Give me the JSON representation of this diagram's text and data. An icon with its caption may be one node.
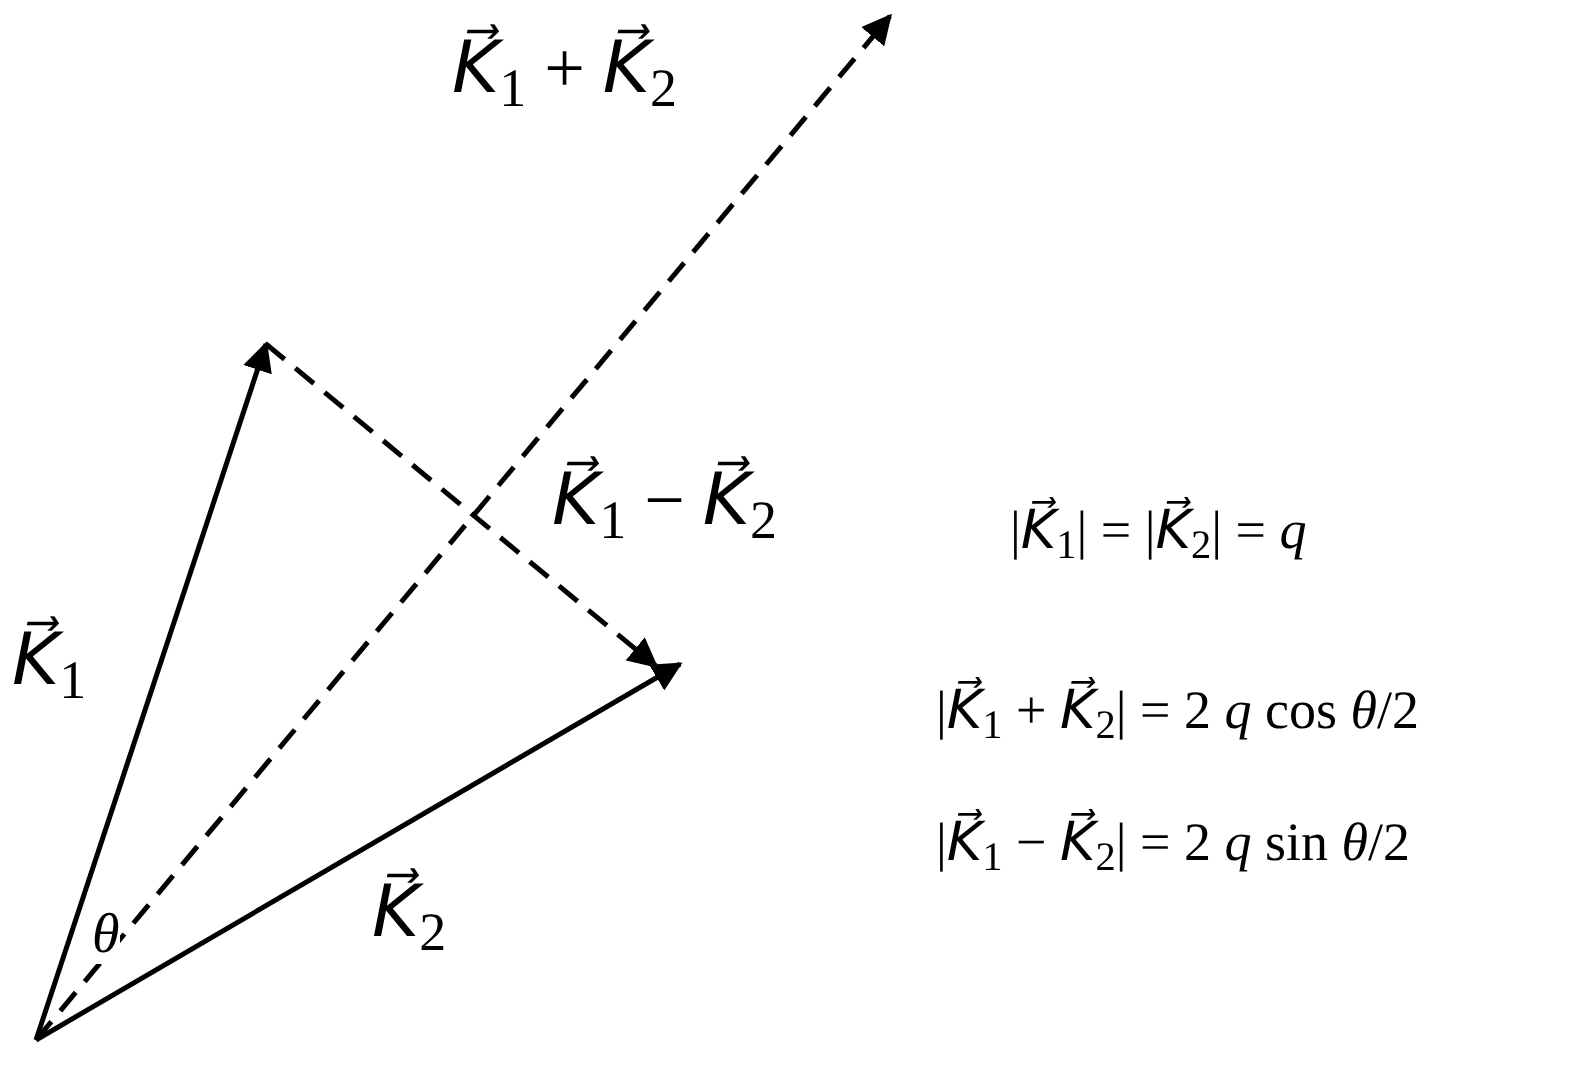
{
  "diagram": {
    "labels": [
      "*K⃗*$_{1}$ + *K⃗*$_{2}$",
      "*K⃗*$_{1}$ − *K⃗*$_{2}$",
      "*K⃗*$_{1}$",
      "*θ*",
      "*K⃗*$_{2}$",
      "|*K⃗*$_{1}$| = |*K⃗*$_{2}$| = *q*",
      "|*K⃗*$_{1}$ + *K⃗*$_{2}$| = 2 *q* cos *θ*/2",
      "|*K⃗*$_{1}$ − *K⃗*$_{2}$| = 2 *q* sin *θ*/2"
    ]
  }
}
